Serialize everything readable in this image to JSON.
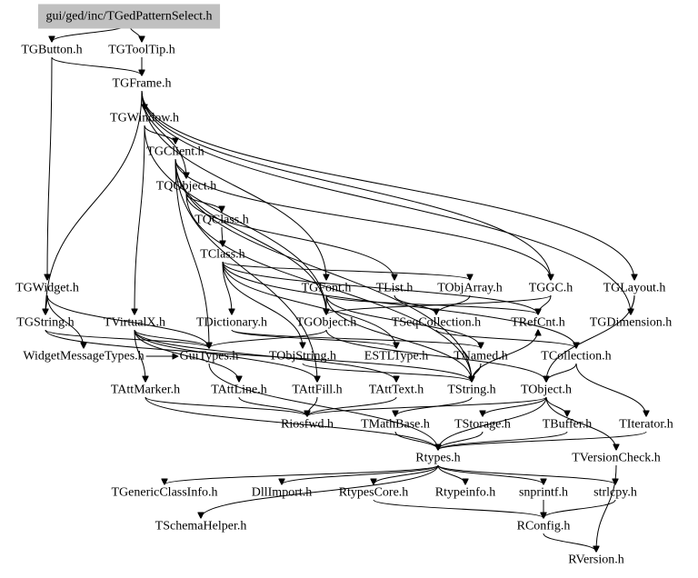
{
  "nodes": [
    {
      "id": "root",
      "label": "gui/ged/inc/TGedPatternSelect.h",
      "root": true
    },
    {
      "id": "TGButton",
      "label": "TGButton.h"
    },
    {
      "id": "TGToolTip",
      "label": "TGToolTip.h"
    },
    {
      "id": "TGFrame",
      "label": "TGFrame.h"
    },
    {
      "id": "TGWindow",
      "label": "TGWindow.h"
    },
    {
      "id": "TGClient",
      "label": "TGClient.h"
    },
    {
      "id": "TQObject",
      "label": "TQObject.h"
    },
    {
      "id": "TQClass",
      "label": "TQClass.h"
    },
    {
      "id": "TClass",
      "label": "TClass.h"
    },
    {
      "id": "TGWidget",
      "label": "TGWidget.h"
    },
    {
      "id": "TGFont",
      "label": "TGFont.h"
    },
    {
      "id": "TList",
      "label": "TList.h"
    },
    {
      "id": "TObjArray",
      "label": "TObjArray.h"
    },
    {
      "id": "TGGC",
      "label": "TGGC.h"
    },
    {
      "id": "TGLayout",
      "label": "TGLayout.h"
    },
    {
      "id": "TGString",
      "label": "TGString.h"
    },
    {
      "id": "TVirtualX",
      "label": "TVirtualX.h"
    },
    {
      "id": "TDictionary",
      "label": "TDictionary.h"
    },
    {
      "id": "TGObject",
      "label": "TGObject.h"
    },
    {
      "id": "TSeqCollection",
      "label": "TSeqCollection.h"
    },
    {
      "id": "TRefCnt",
      "label": "TRefCnt.h"
    },
    {
      "id": "TGDimension",
      "label": "TGDimension.h"
    },
    {
      "id": "WidgetMessageTypes",
      "label": "WidgetMessageTypes.h"
    },
    {
      "id": "GuiTypes",
      "label": "GuiTypes.h"
    },
    {
      "id": "TObjString",
      "label": "TObjString.h"
    },
    {
      "id": "ESTLType",
      "label": "ESTLType.h"
    },
    {
      "id": "TNamed",
      "label": "TNamed.h"
    },
    {
      "id": "TCollection",
      "label": "TCollection.h"
    },
    {
      "id": "TAttMarker",
      "label": "TAttMarker.h"
    },
    {
      "id": "TAttLine",
      "label": "TAttLine.h"
    },
    {
      "id": "TAttFill",
      "label": "TAttFill.h"
    },
    {
      "id": "TAttText",
      "label": "TAttText.h"
    },
    {
      "id": "TString",
      "label": "TString.h"
    },
    {
      "id": "TObject",
      "label": "TObject.h"
    },
    {
      "id": "Riosfwd",
      "label": "Riosfwd.h"
    },
    {
      "id": "TMathBase",
      "label": "TMathBase.h"
    },
    {
      "id": "TStorage",
      "label": "TStorage.h"
    },
    {
      "id": "TBuffer",
      "label": "TBuffer.h"
    },
    {
      "id": "TIterator",
      "label": "TIterator.h"
    },
    {
      "id": "Rtypes",
      "label": "Rtypes.h"
    },
    {
      "id": "TVersionCheck",
      "label": "TVersionCheck.h"
    },
    {
      "id": "TGenericClassInfo",
      "label": "TGenericClassInfo.h"
    },
    {
      "id": "DllImport",
      "label": "DllImport.h"
    },
    {
      "id": "RtypesCore",
      "label": "RtypesCore.h"
    },
    {
      "id": "Rtypeinfo",
      "label": "Rtypeinfo.h"
    },
    {
      "id": "snprintf",
      "label": "snprintf.h"
    },
    {
      "id": "strlcpy",
      "label": "strlcpy.h"
    },
    {
      "id": "TSchemaHelper",
      "label": "TSchemaHelper.h"
    },
    {
      "id": "RConfig",
      "label": "RConfig.h"
    },
    {
      "id": "RVersion",
      "label": "RVersion.h"
    }
  ],
  "edges": [
    [
      "root",
      "TGButton"
    ],
    [
      "root",
      "TGToolTip"
    ],
    [
      "TGButton",
      "TGFrame"
    ],
    [
      "TGButton",
      "TGWidget"
    ],
    [
      "TGToolTip",
      "TGFrame"
    ],
    [
      "TGFrame",
      "TGWindow"
    ],
    [
      "TGFrame",
      "TGString"
    ],
    [
      "TGFrame",
      "TGDimension"
    ],
    [
      "TGFrame",
      "TGGC"
    ],
    [
      "TGFrame",
      "TGFont"
    ],
    [
      "TGFrame",
      "TGLayout"
    ],
    [
      "TGFrame",
      "TQObject"
    ],
    [
      "TGWindow",
      "TGClient"
    ],
    [
      "TGWindow",
      "TGObject"
    ],
    [
      "TGWindow",
      "TVirtualX"
    ],
    [
      "TGClient",
      "TQObject"
    ],
    [
      "TGClient",
      "TGObject"
    ],
    [
      "TGClient",
      "GuiTypes"
    ],
    [
      "TGClient",
      "TString"
    ],
    [
      "TGClient",
      "TAttFill"
    ],
    [
      "TGClient",
      "TGGC"
    ],
    [
      "TQObject",
      "TQClass"
    ],
    [
      "TQObject",
      "TList"
    ],
    [
      "TQObject",
      "TString"
    ],
    [
      "TQClass",
      "TClass"
    ],
    [
      "TClass",
      "TDictionary"
    ],
    [
      "TClass",
      "TObjArray"
    ],
    [
      "TClass",
      "TObjString"
    ],
    [
      "TClass",
      "ESTLType"
    ],
    [
      "TClass",
      "TRefCnt"
    ],
    [
      "TClass",
      "TCollection"
    ],
    [
      "TGWidget",
      "TGString"
    ],
    [
      "TGWidget",
      "WidgetMessageTypes"
    ],
    [
      "TGWidget",
      "GuiTypes"
    ],
    [
      "TGFont",
      "TGObject"
    ],
    [
      "TGFont",
      "TRefCnt"
    ],
    [
      "TGFont",
      "TNamed"
    ],
    [
      "TGFont",
      "TString"
    ],
    [
      "TList",
      "TSeqCollection"
    ],
    [
      "TObjArray",
      "TSeqCollection"
    ],
    [
      "TGGC",
      "TGObject"
    ],
    [
      "TGGC",
      "TRefCnt"
    ],
    [
      "TGLayout",
      "TGDimension"
    ],
    [
      "TGLayout",
      "TObject"
    ],
    [
      "TGString",
      "TString"
    ],
    [
      "TGString",
      "GuiTypes"
    ],
    [
      "TVirtualX",
      "TAttLine"
    ],
    [
      "TVirtualX",
      "TAttFill"
    ],
    [
      "TVirtualX",
      "TAttText"
    ],
    [
      "TVirtualX",
      "TAttMarker"
    ],
    [
      "TVirtualX",
      "GuiTypes"
    ],
    [
      "TDictionary",
      "TNamed"
    ],
    [
      "TDictionary",
      "ESTLType"
    ],
    [
      "TGObject",
      "TObject"
    ],
    [
      "TGObject",
      "GuiTypes"
    ],
    [
      "TSeqCollection",
      "TCollection"
    ],
    [
      "WidgetMessageTypes",
      "GuiTypes"
    ],
    [
      "GuiTypes",
      "Rtypes"
    ],
    [
      "TObjString",
      "TString"
    ],
    [
      "TNamed",
      "TString"
    ],
    [
      "TCollection",
      "TObject"
    ],
    [
      "TCollection",
      "TIterator"
    ],
    [
      "TAttMarker",
      "Riosfwd"
    ],
    [
      "TAttMarker",
      "Rtypes"
    ],
    [
      "TAttLine",
      "Riosfwd"
    ],
    [
      "TAttFill",
      "Riosfwd"
    ],
    [
      "TAttText",
      "Riosfwd"
    ],
    [
      "TString",
      "TMathBase"
    ],
    [
      "TString",
      "TRefCnt"
    ],
    [
      "TObject",
      "Rtypes"
    ],
    [
      "TObject",
      "TStorage"
    ],
    [
      "TObject",
      "TBuffer"
    ],
    [
      "TObject",
      "TVersionCheck"
    ],
    [
      "TObject",
      "Riosfwd"
    ],
    [
      "TStorage",
      "Rtypes"
    ],
    [
      "TBuffer",
      "Rtypes"
    ],
    [
      "TMathBase",
      "Rtypes"
    ],
    [
      "TIterator",
      "Rtypes"
    ],
    [
      "Rtypes",
      "TGenericClassInfo"
    ],
    [
      "Rtypes",
      "DllImport"
    ],
    [
      "Rtypes",
      "RtypesCore"
    ],
    [
      "Rtypes",
      "Rtypeinfo"
    ],
    [
      "Rtypes",
      "snprintf"
    ],
    [
      "Rtypes",
      "strlcpy"
    ],
    [
      "Rtypes",
      "TSchemaHelper"
    ],
    [
      "RtypesCore",
      "RConfig"
    ],
    [
      "snprintf",
      "RConfig"
    ],
    [
      "strlcpy",
      "RConfig"
    ],
    [
      "RConfig",
      "RVersion"
    ],
    [
      "TVersionCheck",
      "RVersion"
    ]
  ]
}
